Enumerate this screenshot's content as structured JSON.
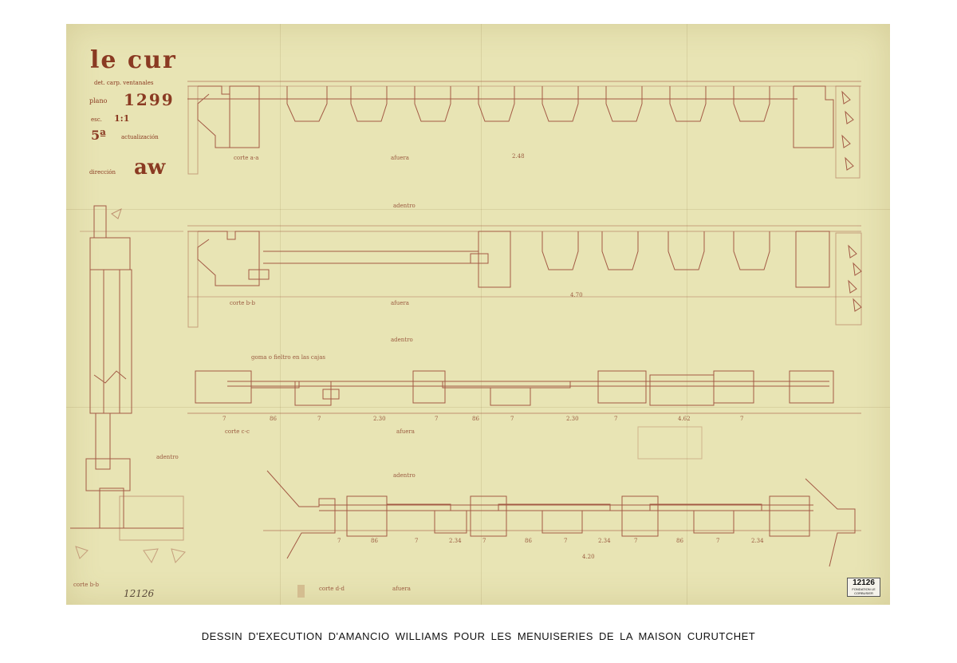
{
  "title_block": {
    "logo": "le cur",
    "line1": "det. carp. ventanales",
    "plano_label": "plano",
    "plano_number": "1299",
    "esc_label": "esc.",
    "esc_value": "1:1",
    "version": "5ª",
    "version_label": "actualización",
    "direction_label": "dirección",
    "direction_value": "aw"
  },
  "sections": [
    {
      "name": "corte a-a",
      "outside": "afuera",
      "inside": "adentro",
      "total": "2.48"
    },
    {
      "name": "corte b-b",
      "outside": "afuera",
      "inside": "adentro",
      "total": "4.70"
    },
    {
      "name": "corte c-c",
      "outside": "afuera",
      "inside": "adentro"
    },
    {
      "name": "corte d-d",
      "outside": "afuera",
      "inside": "adentro"
    }
  ],
  "side_section": {
    "name": "corte b-b",
    "inside": "adentro"
  },
  "annotation": "goma o fieltro en las cajas",
  "dims_c": [
    "7",
    "86",
    "7",
    "2.30",
    "7",
    "86",
    "7",
    "2.30",
    "7",
    "4.62",
    "7"
  ],
  "dims_d": [
    "7",
    "86",
    "7",
    "2.34",
    "7",
    "86",
    "7",
    "2.34",
    "7",
    "86",
    "7",
    "2.34"
  ],
  "dims_d_total": "4.20",
  "handwritten_number": "12126",
  "stamp": {
    "number": "12126",
    "text": "FONDATION LE CORBUSIER"
  },
  "caption": "DESSIN D'EXECUTION D'AMANCIO WILLIAMS POUR LES MENUISERIES DE LA  MAISON CURUTCHET",
  "colors": {
    "paper": "#e8e4b4",
    "ink": "#a35a45",
    "title_ink": "#8a3a22"
  }
}
